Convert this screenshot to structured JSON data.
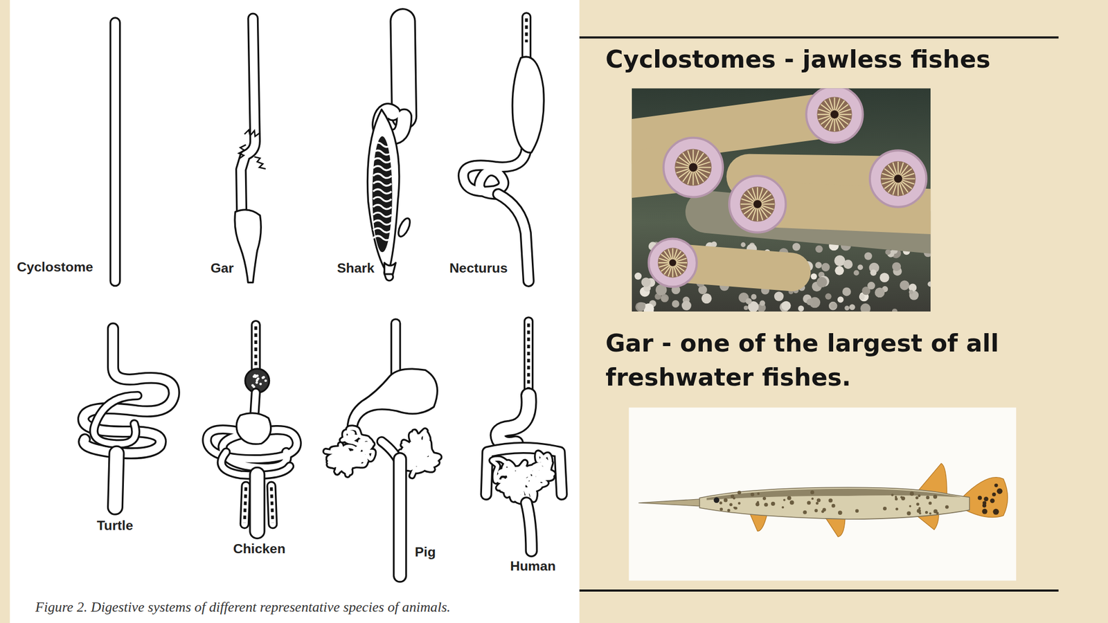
{
  "diagram": {
    "caption": "Figure 2. Digestive systems of different representative species of animals.",
    "labels": [
      "Cyclostome",
      "Gar",
      "Shark",
      "Necturus",
      "Turtle",
      "Chicken",
      "Pig",
      "Human",
      "Cyclostomes - jawless fishes",
      "Gar - one of the largest of all freshwater fishes."
    ]
  }
}
